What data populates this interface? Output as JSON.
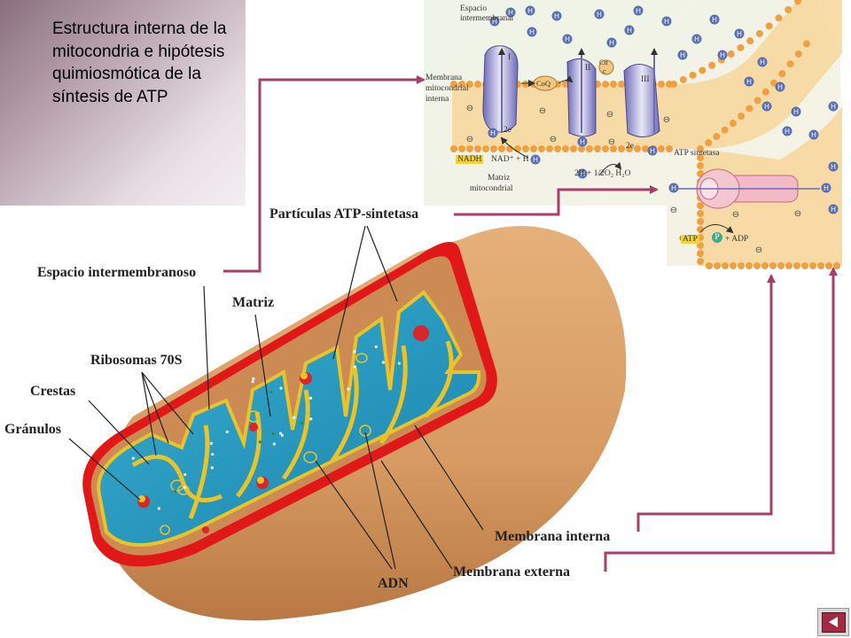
{
  "title": "Estructura interna de la mitocondria e hipótesis quimiosmótica de la síntesis de ATP",
  "labels": {
    "atp_particles": "Partículas ATP-sintetasa",
    "intermembrane_space": "Espacio intermembranoso",
    "matrix": "Matriz",
    "ribosomes": "Ribosomas 70S",
    "cristae": "Crestas",
    "granules": "Gránulos",
    "inner_membrane": "Membrana interna",
    "outer_membrane": "Membrana externa",
    "dna": "ADN"
  },
  "inset": {
    "space_line1": "Espacio",
    "space_line2": "intermembranal",
    "membrane_line1": "Membrana",
    "membrane_line2": "mitocondrial",
    "membrane_line3": "interna",
    "complex_1": "I",
    "complex_2": "II",
    "complex_3": "III",
    "coq": "CoQ",
    "cit": "Cit",
    "cit_c": "c",
    "two_e_1": "2e",
    "two_e_2": "2e",
    "nadh": "NADH",
    "nad_eq": "NAD⁺ + H",
    "water_eq": "2H + 1/2O₂ H₂O",
    "matrix_line1": "Matriz",
    "matrix_line2": "mitocondrial",
    "atp_synthase": "ATP sintetasa",
    "atp": "ATP",
    "p": "P",
    "adp": "+ ADP",
    "proton": "H",
    "minus": "⊖"
  },
  "colors": {
    "arrow": "#a83e68",
    "matrix": "#1f8fb4",
    "inner_membrane": "#e8c32a",
    "outer_membrane": "#e01818",
    "outer_body": "#d9a06a",
    "phospholipid": "#f0a040"
  },
  "nav": {
    "icon": "back-triangle-icon"
  }
}
